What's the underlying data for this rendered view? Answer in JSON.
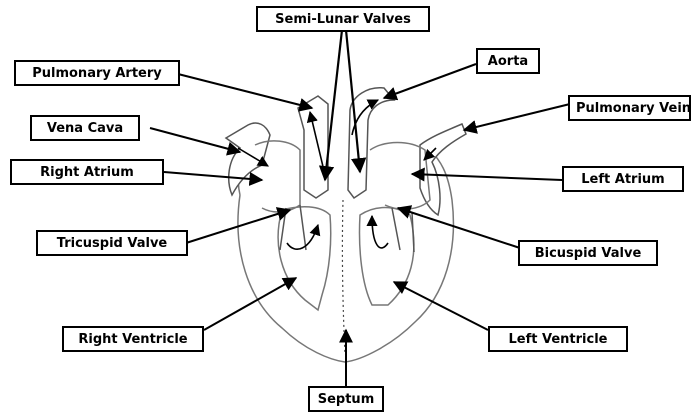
{
  "labels": {
    "semi_lunar_valves": "Semi-Lunar Valves",
    "pulmonary_artery": "Pulmonary Artery",
    "aorta": "Aorta",
    "pulmonary_vein": "Pulmonary Vein",
    "vena_cava": "Vena Cava",
    "right_atrium": "Right Atrium",
    "left_atrium": "Left Atrium",
    "tricuspid_valve": "Tricuspid Valve",
    "bicuspid_valve": "Bicuspid Valve",
    "right_ventricle": "Right Ventricle",
    "left_ventricle": "Left Ventricle",
    "septum": "Septum"
  }
}
